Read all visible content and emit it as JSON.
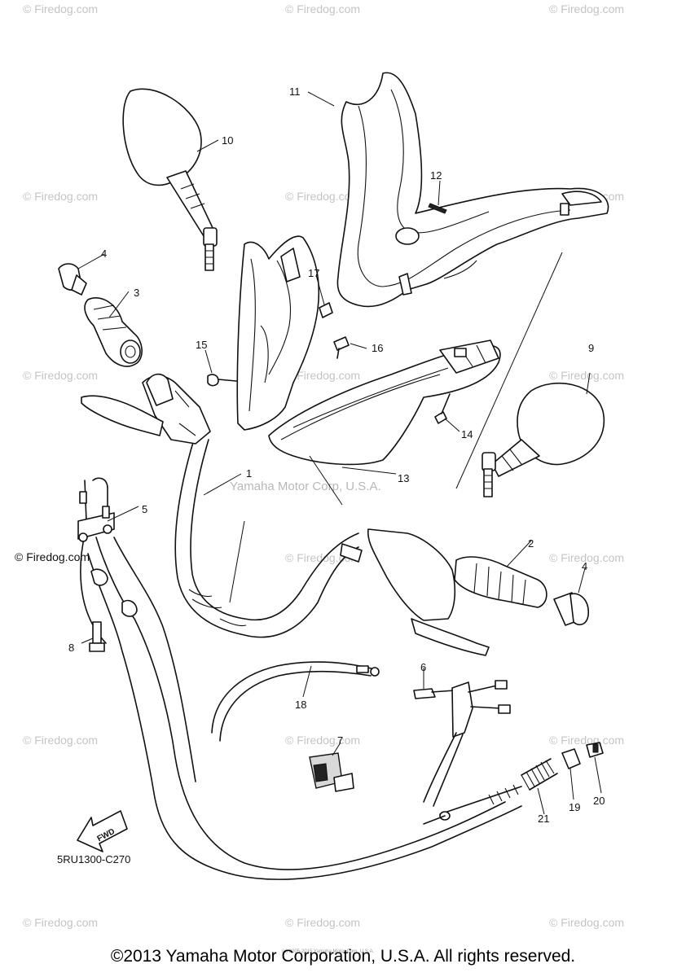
{
  "diagram": {
    "part_numbers": [
      "1",
      "2",
      "3",
      "4",
      "4",
      "5",
      "6",
      "7",
      "8",
      "9",
      "10",
      "11",
      "12",
      "13",
      "14",
      "15",
      "16",
      "17",
      "18",
      "19",
      "20",
      "21"
    ],
    "watermark": "© Firedog.com",
    "watermark_left": "© Firedog.com",
    "corp_watermark": "Yamaha Motor Corp, U.S.A.",
    "fwd_label": "FWD",
    "figure_code": "5RU1300-C270",
    "tiny_note": "(c) 2005-2015 Yamaha Motor Corp, U.S.A.",
    "copyright": "©2013 Yamaha Motor Corporation, U.S.A. All rights reserved."
  }
}
